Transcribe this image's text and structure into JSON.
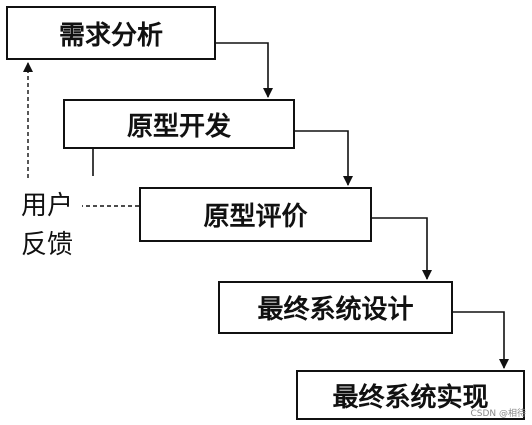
{
  "stages": [
    {
      "label": "需求分析"
    },
    {
      "label": "原型开发"
    },
    {
      "label": "原型评价"
    },
    {
      "label": "最终系统设计"
    },
    {
      "label": "最终系统实现"
    }
  ],
  "feedback": {
    "line1": "用户",
    "line2": "反馈"
  },
  "watermark": "CSDN @相待"
}
